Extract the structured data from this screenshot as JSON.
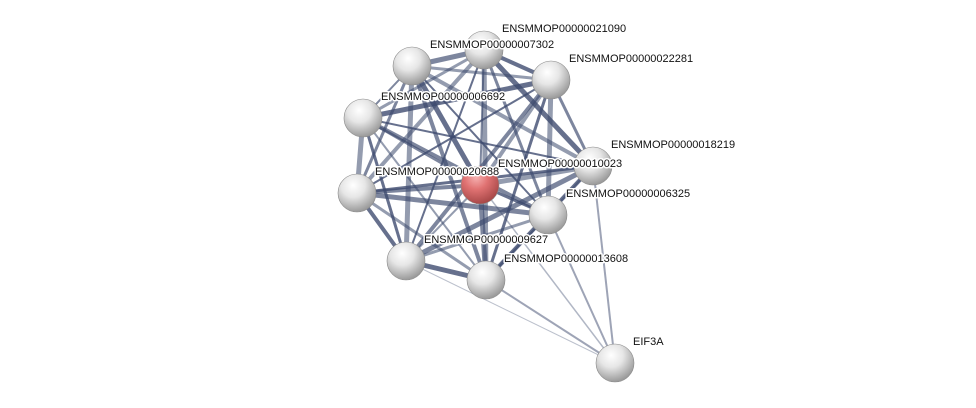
{
  "network": {
    "nodes": [
      {
        "id": "n21090",
        "label": "ENSMMOP00000021090",
        "color": "#e0e0e0"
      },
      {
        "id": "n7302",
        "label": "ENSMMOP00000007302",
        "color": "#e0e0e0"
      },
      {
        "id": "n22281",
        "label": "ENSMMOP00000022281",
        "color": "#e0e0e0"
      },
      {
        "id": "n6692",
        "label": "ENSMMOP00000006692",
        "color": "#e0e0e0"
      },
      {
        "id": "n023",
        "label": "ENSMMOP00000010023",
        "color": "#e07070"
      },
      {
        "id": "n18219",
        "label": "ENSMMOP00000018219",
        "color": "#e0e0e0"
      },
      {
        "id": "n20688",
        "label": "ENSMMOP00000020688",
        "color": "#e0e0e0"
      },
      {
        "id": "n6325",
        "label": "ENSMMOP00000006325",
        "color": "#e0e0e0"
      },
      {
        "id": "n9627",
        "label": "ENSMMOP00000009627",
        "color": "#e0e0e0"
      },
      {
        "id": "n13608",
        "label": "ENSMMOP00000013608",
        "color": "#e0e0e0"
      },
      {
        "id": "eif3a",
        "label": "EIF3A",
        "color": "#e0e0e0"
      }
    ],
    "edge_color": "#3d4a6e"
  }
}
